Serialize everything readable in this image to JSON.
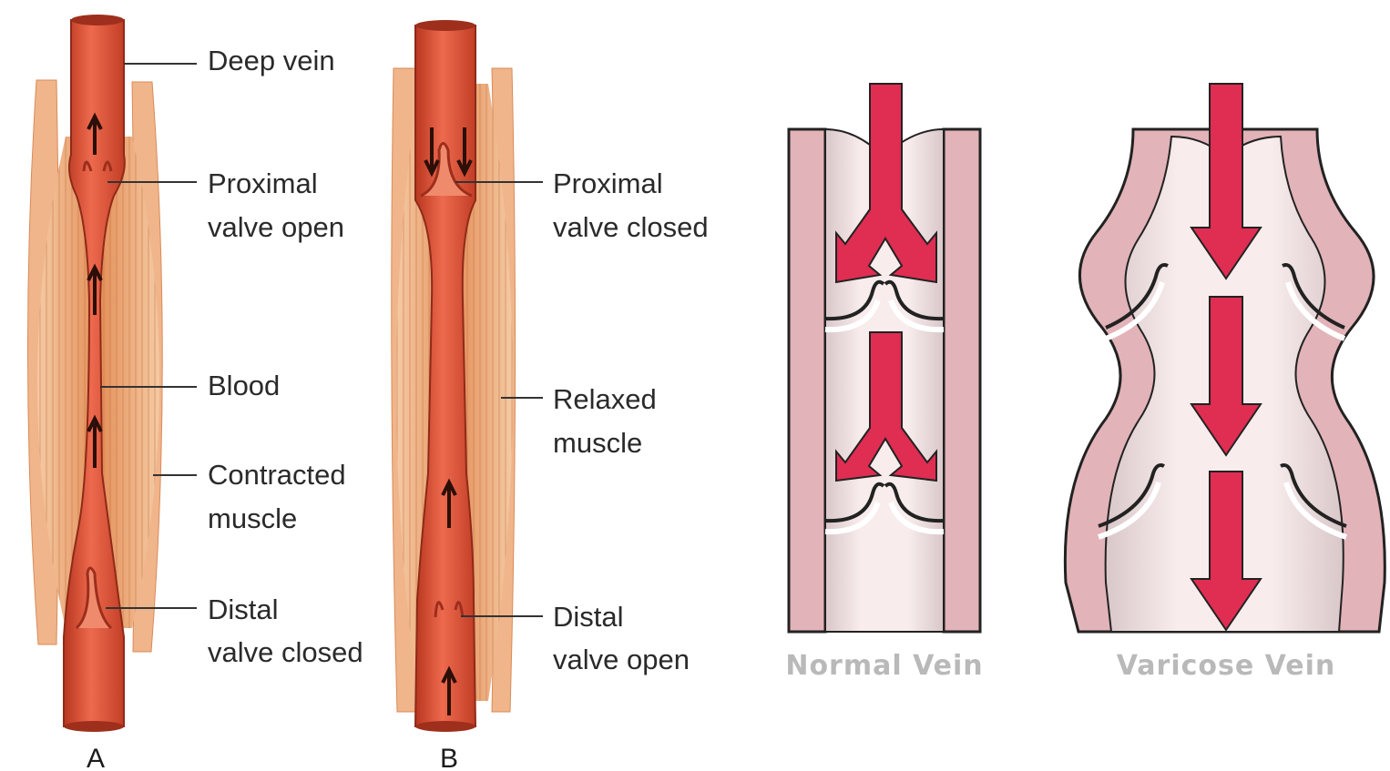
{
  "panel_a": {
    "letter": "A",
    "labels": {
      "deep_vein": "Deep vein",
      "proximal_open_1": "Proximal",
      "proximal_open_2": "valve open",
      "blood": "Blood",
      "contracted_1": "Contracted",
      "contracted_2": "muscle",
      "distal_closed_1": "Distal",
      "distal_closed_2": "valve closed"
    }
  },
  "panel_b": {
    "letter": "B",
    "labels": {
      "proximal_closed_1": "Proximal",
      "proximal_closed_2": "valve closed",
      "relaxed_1": "Relaxed",
      "relaxed_2": "muscle",
      "distal_open_1": "Distal",
      "distal_open_2": "valve open"
    }
  },
  "normal_vein": {
    "caption": "Normal Vein"
  },
  "varicose_vein": {
    "caption": "Varicose Vein"
  },
  "colors": {
    "muscle": "#e59a66",
    "muscle_light": "#f2c198",
    "vein": "#e2553f",
    "vein_dark": "#a9301f",
    "vein_wall": "#e7b8bc",
    "vein_lumen": "#f7e7e8",
    "flow_arrow": "#e02d52",
    "caption": "#b9b9b9"
  },
  "icons": [
    "arrow-up-icon",
    "arrow-down-icon"
  ]
}
